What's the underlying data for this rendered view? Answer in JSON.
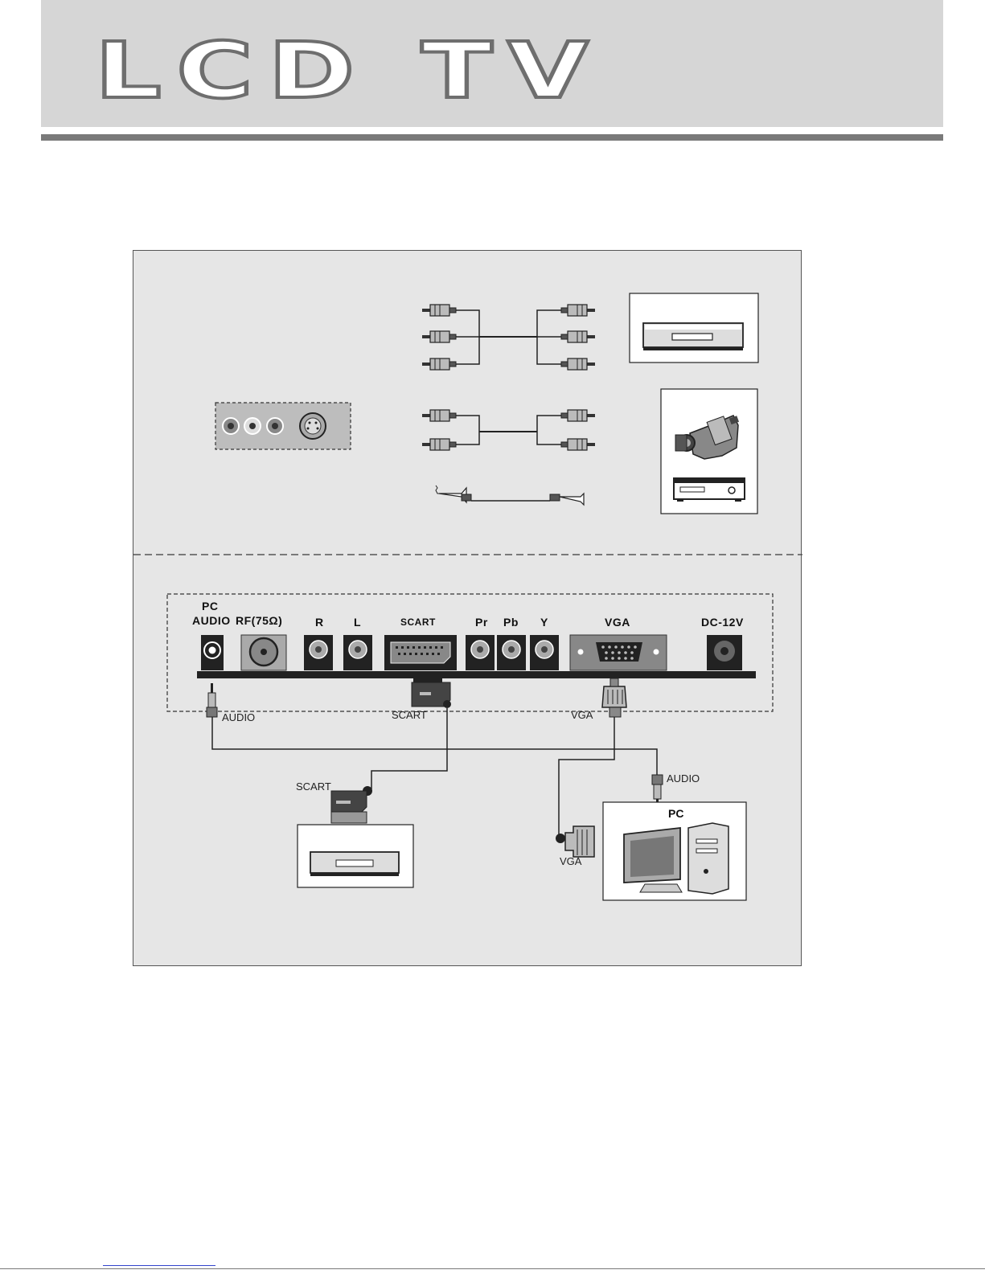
{
  "header": {
    "title": "LCD TV"
  },
  "rear_panel": {
    "ports": [
      {
        "id": "pc-audio-line1",
        "label": "PC"
      },
      {
        "id": "pc-audio-line2",
        "label": "AUDIO"
      },
      {
        "id": "rf",
        "label": "RF(75Ω)"
      },
      {
        "id": "r",
        "label": "R"
      },
      {
        "id": "l",
        "label": "L"
      },
      {
        "id": "scart",
        "label": "SCART"
      },
      {
        "id": "pr",
        "label": "Pr"
      },
      {
        "id": "pb",
        "label": "Pb"
      },
      {
        "id": "y",
        "label": "Y"
      },
      {
        "id": "vga",
        "label": "VGA"
      },
      {
        "id": "dc",
        "label": "DC-12V"
      }
    ]
  },
  "cable_labels": {
    "audio_tv": "AUDIO",
    "scart_tv": "SCART",
    "vga_tv": "VGA",
    "scart_dvd": "SCART",
    "audio_pc": "AUDIO",
    "vga_pc": "VGA"
  },
  "devices": {
    "pc_title": "PC"
  },
  "icons": [
    "av-input-panel-icon",
    "rca-cable-icon",
    "s-video-cable-icon",
    "dvd-player-icon",
    "camcorder-icon",
    "vcr-icon",
    "scart-plug-icon",
    "vga-plug-icon",
    "audio-plug-icon",
    "pc-icon"
  ],
  "colors": {
    "header_band": "#d6d6d6",
    "header_rule": "#7a7a7a",
    "diagram_bg": "#e6e6e6"
  }
}
